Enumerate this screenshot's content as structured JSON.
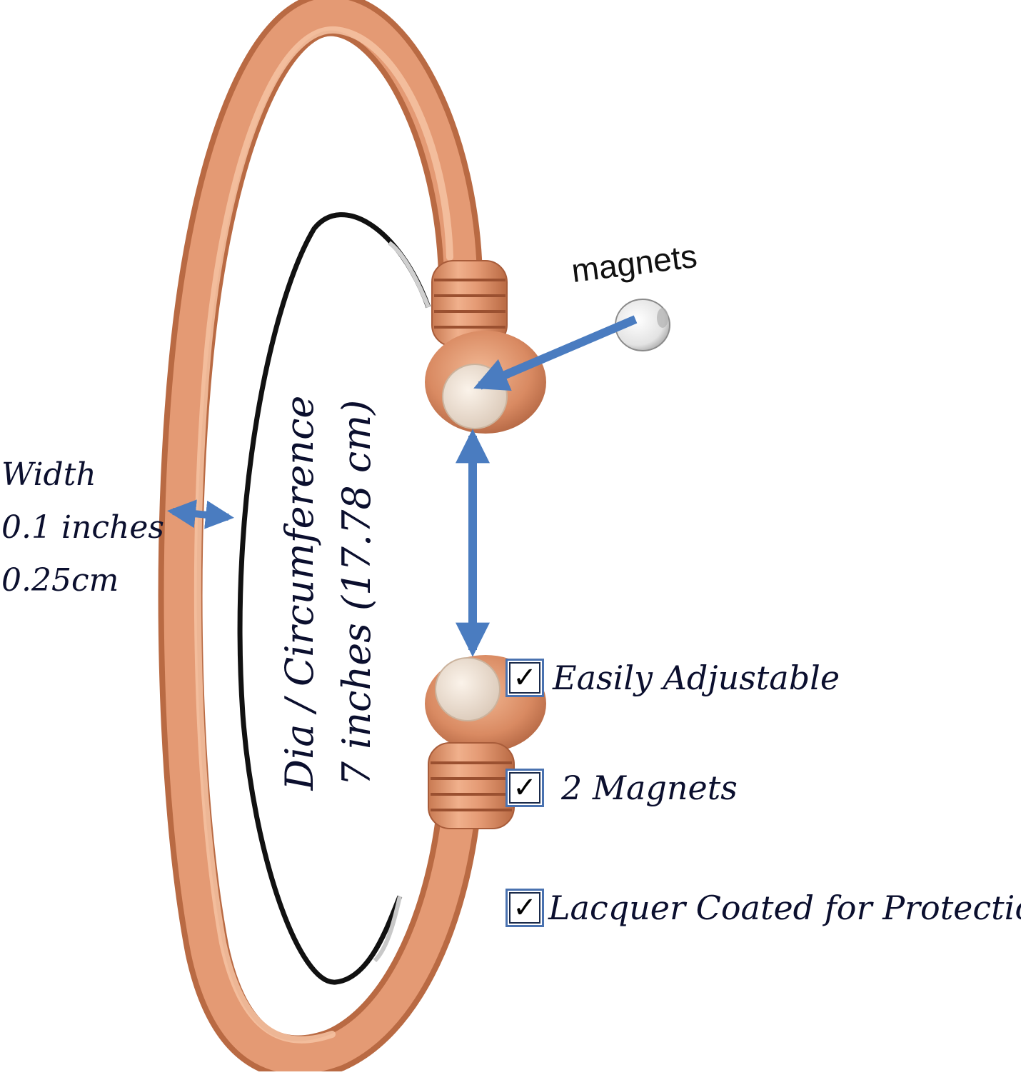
{
  "colors": {
    "copper": "#e0946e",
    "copper_dark": "#b86a45",
    "arrow_blue": "#4a7cc0",
    "wire_black": "#111111",
    "text_navy": "#0b0f2e"
  },
  "width_label": {
    "line1": "Width",
    "line2": "0.1 inches",
    "line3": "0.25cm"
  },
  "magnets_label": "magnets",
  "diameter_label": {
    "line1": "Dia / Circumference",
    "line2": "7 inches (17.78 cm)"
  },
  "features": [
    {
      "check": "✓",
      "text": "Easily Adjustable"
    },
    {
      "check": "✓",
      "text": "2 Magnets"
    },
    {
      "check": "✓",
      "text": "Lacquer Coated for Protection"
    }
  ]
}
